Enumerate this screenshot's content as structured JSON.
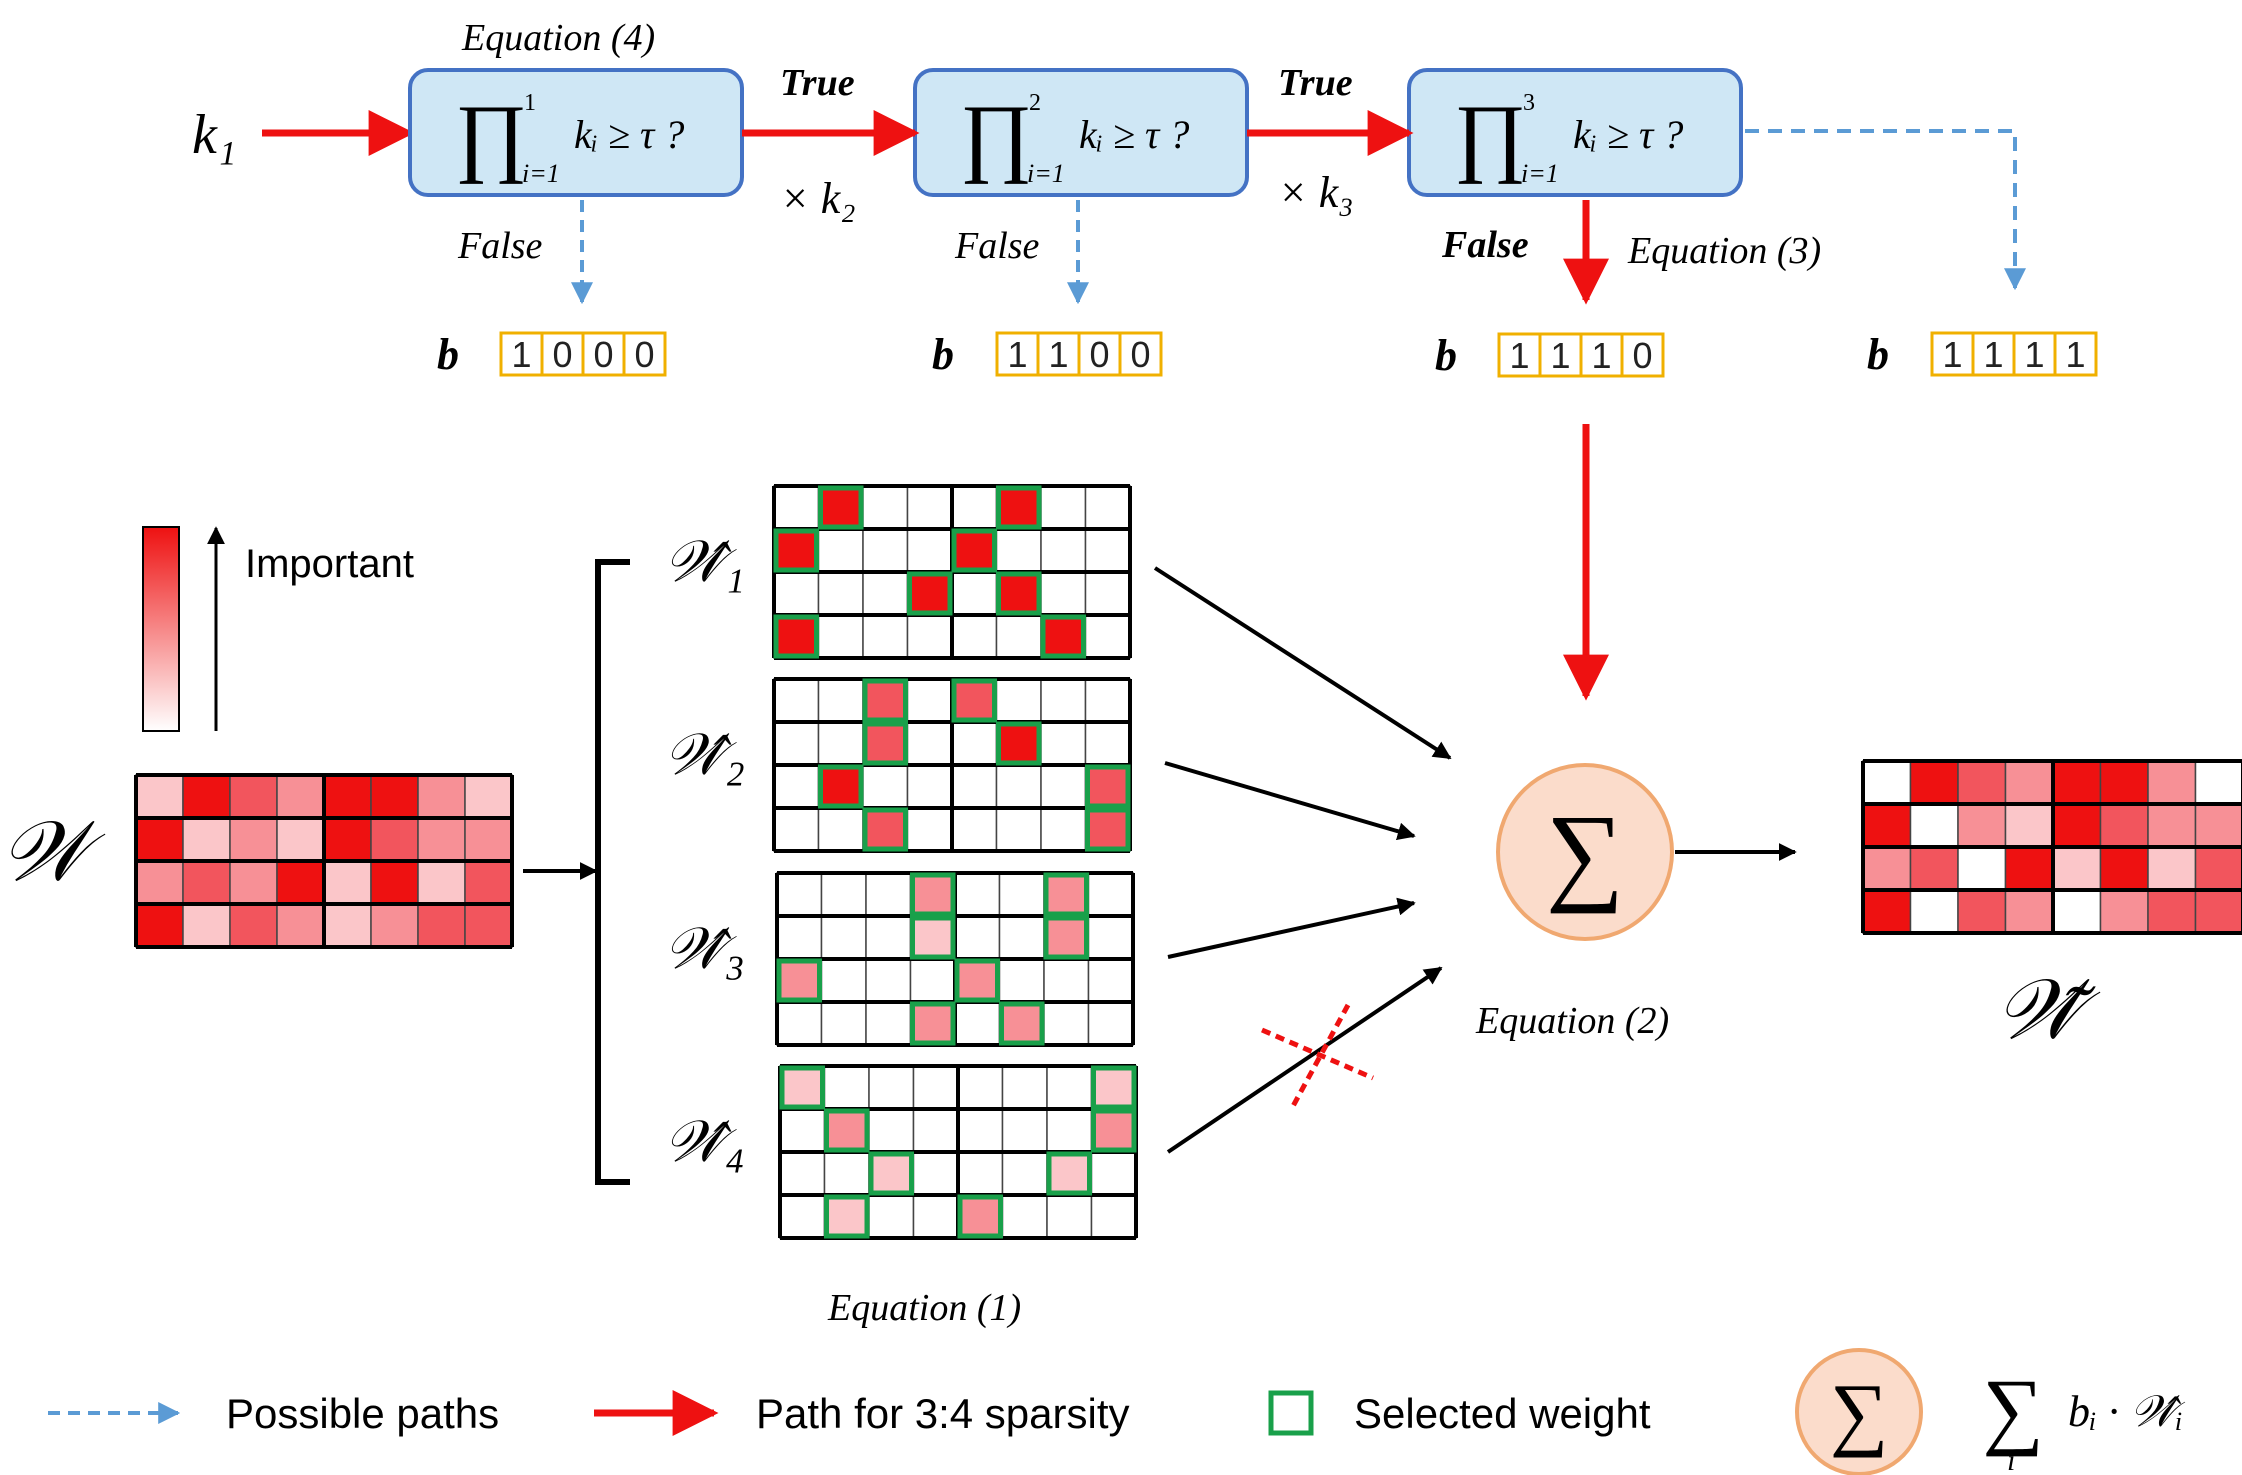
{
  "colors": {
    "blue_path": "#5b9bd5",
    "red_path": "#ee1111",
    "box_fill": "#cfe7f5",
    "box_stroke": "#4472c4",
    "bits_stroke": "#f0b000",
    "select_stroke": "#19a04a",
    "sum_fill": "#fbdccb",
    "sum_stroke": "#f0a870",
    "reds": [
      "#ffffff",
      "#fbc6c9",
      "#f79096",
      "#f2555d",
      "#ee1111"
    ]
  },
  "top": {
    "input_k1": "k₁",
    "stage1_label": "Equation (4)",
    "stage1_upper": "1",
    "stage2_upper": "2",
    "stage3_upper": "3",
    "stage_lower": "i=1",
    "stage_expr": "kᵢ ≥ τ ?",
    "true1": "True",
    "true2": "True",
    "mult1": "× k₂",
    "mult2": "× k₃",
    "false1": "False",
    "false2": "False",
    "false3": "False",
    "stage3_label": "Equation (3)",
    "b_label": "b",
    "bits": [
      [
        "1",
        "0",
        "0",
        "0"
      ],
      [
        "1",
        "1",
        "0",
        "0"
      ],
      [
        "1",
        "1",
        "1",
        "0"
      ],
      [
        "1",
        "1",
        "1",
        "1"
      ]
    ]
  },
  "left": {
    "important_label": "Important",
    "w_symbol": "𝒲",
    "w_grid": [
      [
        1,
        4,
        3,
        2,
        4,
        4,
        2,
        1
      ],
      [
        4,
        1,
        2,
        1,
        4,
        3,
        2,
        2
      ],
      [
        2,
        3,
        2,
        4,
        1,
        4,
        1,
        3
      ],
      [
        4,
        1,
        3,
        2,
        1,
        2,
        3,
        3
      ]
    ]
  },
  "middle": {
    "labels": [
      "𝒲̂₁",
      "𝒲̂₂",
      "𝒲̂₃",
      "𝒲̂₄"
    ],
    "grids": [
      [
        [
          0,
          4,
          0,
          0,
          0,
          4,
          0,
          0
        ],
        [
          4,
          0,
          0,
          0,
          4,
          0,
          0,
          0
        ],
        [
          0,
          0,
          0,
          4,
          0,
          4,
          0,
          0
        ],
        [
          4,
          0,
          0,
          0,
          0,
          0,
          4,
          0
        ]
      ],
      [
        [
          0,
          0,
          3,
          0,
          3,
          0,
          0,
          0
        ],
        [
          0,
          0,
          3,
          0,
          0,
          4,
          0,
          0
        ],
        [
          0,
          4,
          0,
          0,
          0,
          0,
          0,
          3
        ],
        [
          0,
          0,
          3,
          0,
          0,
          0,
          0,
          3
        ]
      ],
      [
        [
          0,
          0,
          0,
          2,
          0,
          0,
          2,
          0
        ],
        [
          0,
          0,
          0,
          1,
          0,
          0,
          2,
          0
        ],
        [
          2,
          0,
          0,
          0,
          2,
          0,
          0,
          0
        ],
        [
          0,
          0,
          0,
          2,
          0,
          2,
          0,
          0
        ]
      ],
      [
        [
          1,
          0,
          0,
          0,
          0,
          0,
          0,
          1
        ],
        [
          0,
          2,
          0,
          0,
          0,
          0,
          0,
          2
        ],
        [
          0,
          0,
          1,
          0,
          0,
          0,
          1,
          0
        ],
        [
          0,
          1,
          0,
          0,
          2,
          0,
          0,
          0
        ]
      ]
    ],
    "selected": [
      [
        [
          0,
          1,
          0,
          0,
          0,
          1,
          0,
          0
        ],
        [
          1,
          0,
          0,
          0,
          1,
          0,
          0,
          0
        ],
        [
          0,
          0,
          0,
          1,
          0,
          1,
          0,
          0
        ],
        [
          1,
          0,
          0,
          0,
          0,
          0,
          1,
          0
        ]
      ],
      [
        [
          0,
          0,
          1,
          0,
          1,
          0,
          0,
          0
        ],
        [
          0,
          0,
          1,
          0,
          0,
          1,
          0,
          0
        ],
        [
          0,
          1,
          0,
          0,
          0,
          0,
          0,
          1
        ],
        [
          0,
          0,
          1,
          0,
          0,
          0,
          0,
          1
        ]
      ],
      [
        [
          0,
          0,
          0,
          1,
          0,
          0,
          1,
          0
        ],
        [
          0,
          0,
          0,
          1,
          0,
          0,
          1,
          0
        ],
        [
          1,
          0,
          0,
          0,
          1,
          0,
          0,
          0
        ],
        [
          0,
          0,
          0,
          1,
          0,
          1,
          0,
          0
        ]
      ],
      [
        [
          1,
          0,
          0,
          0,
          0,
          0,
          0,
          1
        ],
        [
          0,
          1,
          0,
          0,
          0,
          0,
          0,
          1
        ],
        [
          0,
          0,
          1,
          0,
          0,
          0,
          1,
          0
        ],
        [
          0,
          1,
          0,
          0,
          1,
          0,
          0,
          0
        ]
      ]
    ],
    "equation_label": "Equation (1)"
  },
  "sum": {
    "symbol": "∑",
    "equation_label": "Equation (2)"
  },
  "right": {
    "w_tilde_symbol": "𝒲̃",
    "grid": [
      [
        0,
        4,
        3,
        2,
        4,
        4,
        2,
        0
      ],
      [
        4,
        0,
        2,
        1,
        4,
        3,
        2,
        2
      ],
      [
        2,
        3,
        0,
        4,
        1,
        4,
        1,
        3
      ],
      [
        4,
        0,
        3,
        2,
        0,
        2,
        3,
        3
      ]
    ]
  },
  "legend": {
    "possible_paths": "Possible paths",
    "path_sparsity": "Path for 3:4 sparsity",
    "selected_weight": "Selected weight",
    "sum_symbol": "∑",
    "formula_sum": "∑",
    "formula_index": "i",
    "formula_body": "bᵢ · 𝒲̂ᵢ"
  }
}
